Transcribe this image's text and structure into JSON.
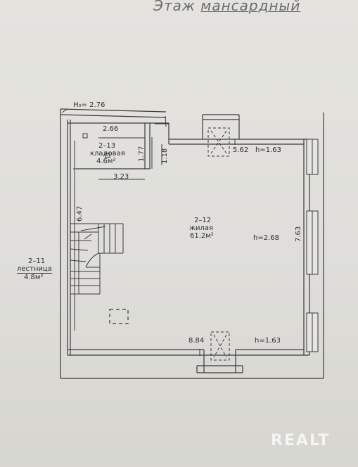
{
  "title": {
    "prefix": "Этаж",
    "main": "мансардный"
  },
  "dimensions": {
    "ho": "H₀= 2.76",
    "d_266": "2.66",
    "d_177": "1.77",
    "d_118": "1.18",
    "d_323": "3.23",
    "d_562": "5.62",
    "h_top": "h=1.63",
    "d_647": "6.47",
    "d_763": "7.63",
    "h_main": "h=2.68",
    "d_884": "8.84",
    "h_bottom": "h=1.63"
  },
  "rooms": {
    "storage": {
      "number": "2–13",
      "name": "кладовая",
      "area": "4.6м²"
    },
    "living": {
      "number": "2–12",
      "name": "жилая",
      "area": "61.2м²"
    },
    "stairs": {
      "number": "2–11",
      "name": "лестница",
      "area": "4.8м²"
    }
  },
  "watermark": "REALT"
}
